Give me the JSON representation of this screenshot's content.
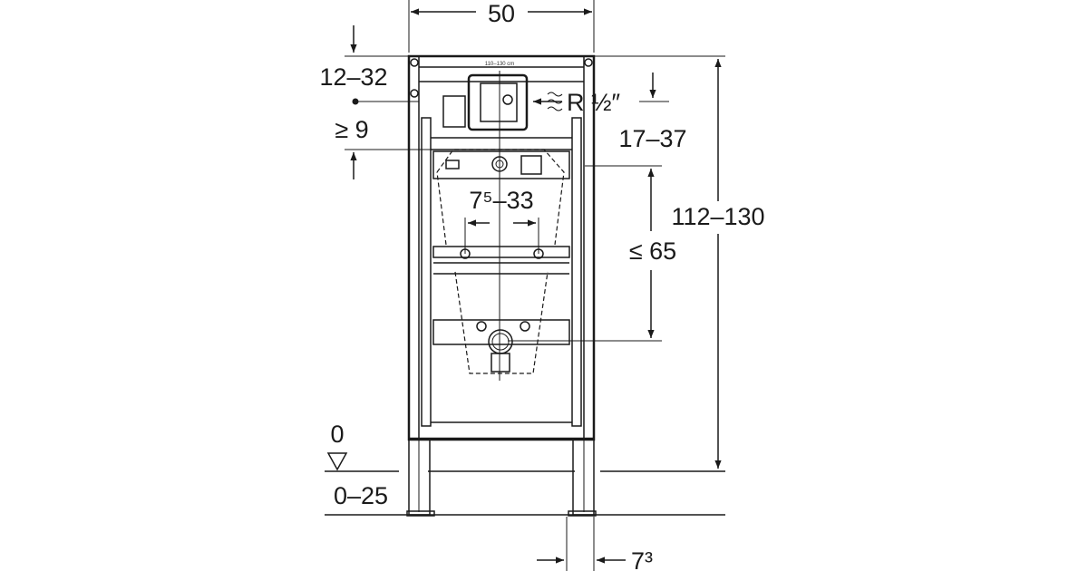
{
  "dimensions": {
    "width": "50",
    "top_offset": "12–32",
    "min_clearance": "≥ 9",
    "water_connection": "R ½″",
    "supply_height": "17–37",
    "bracket_spacing": "7⁵–33",
    "max_drain_height": "≤ 65",
    "frame_height": "112–130",
    "floor_level": "0",
    "leg_adjustment": "0–25",
    "leg_depth": "7³",
    "plate_label": "110–130 cm"
  }
}
